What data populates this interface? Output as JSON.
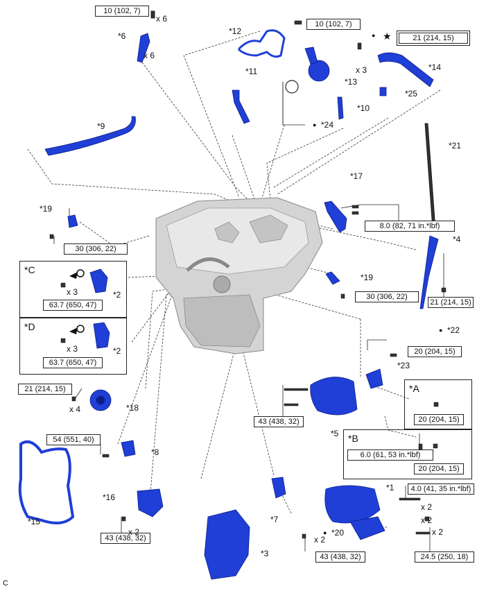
{
  "torques": {
    "t1": "10 (102, 7)",
    "t2": "10 (102, 7)",
    "t3": "21 (214, 15)",
    "t4": "8.0 (82, 71 in.*lbf)",
    "t5": "30 (306, 22)",
    "t6": "30 (306, 22)",
    "t7": "63.7 (650, 47)",
    "t8": "63.7 (650, 47)",
    "t9": "21 (214, 15)",
    "t10": "20 (204, 15)",
    "t11": "21 (214, 15)",
    "t12": "43 (438, 32)",
    "t13": "20 (204, 15)",
    "t14": "54 (551, 40)",
    "t15": "6.0 (61, 53 in.*lbf)",
    "t16": "20 (204, 15)",
    "t17": "4.0 (41, 35 in.*lbf)",
    "t18": "43 (438, 32)",
    "t19": "43 (438, 32)",
    "t20": "24.5 (250, 18)"
  },
  "labels": {
    "p1": "*1",
    "p2a": "*2",
    "p2b": "*2",
    "p3": "*3",
    "p4": "*4",
    "p5": "*5",
    "p6": "*6",
    "p7": "*7",
    "p8": "*8",
    "p9": "*9",
    "p10": "*10",
    "p11": "*11",
    "p12": "*12",
    "p13": "*13",
    "p14": "*14",
    "p15": "*15",
    "p16": "*16",
    "p17": "*17",
    "p18": "*18",
    "p19a": "*19",
    "p19b": "*19",
    "p20": "*20",
    "p21": "*21",
    "p22": "*22",
    "p23": "*23",
    "p24": "*24",
    "p25": "*25"
  },
  "qty": {
    "q1": "x 6",
    "q2": "x 6",
    "q3": "x 3",
    "q4": "x 3",
    "q5": "x 3",
    "q6": "x 4",
    "q7": "x 2",
    "q8": "x 2",
    "q9": "x 2",
    "q10": "x 2",
    "q11": "x 2"
  },
  "frames": {
    "C": "*C",
    "D": "*D",
    "A": "*A",
    "B": "*B"
  },
  "symbols": {
    "dot": "●",
    "star": "★"
  },
  "corner_code": "C",
  "colors": {
    "part_blue": "#1f3fd6",
    "part_dark": "#0d1f8a",
    "engine_gray": "#c9c9c9",
    "line": "#333333"
  }
}
